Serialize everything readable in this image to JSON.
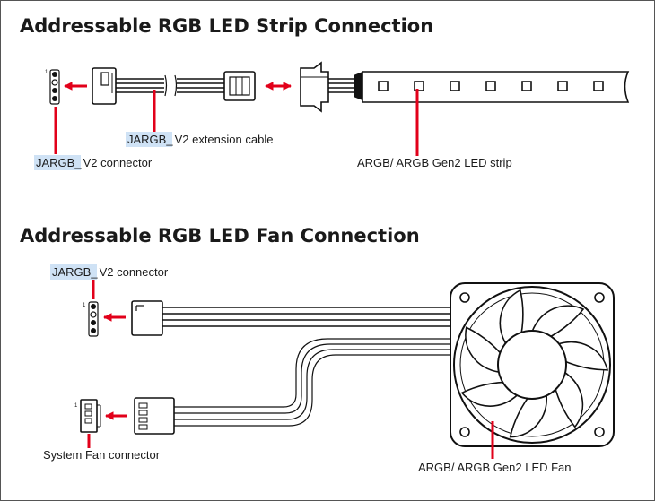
{
  "strip_section": {
    "title": "Addressable RGB LED Strip Connection",
    "labels": {
      "extension_cable_prefix": "JARGB_",
      "extension_cable_suffix": "V2 extension cable",
      "connector_prefix": "JARGB_",
      "connector_suffix": "V2 connector",
      "led_strip": "ARGB/ ARGB Gen2 LED strip"
    },
    "pin_one_mark": "1"
  },
  "fan_section": {
    "title": "Addressable RGB LED Fan Connection",
    "labels": {
      "connector_prefix": "JARGB_",
      "connector_suffix": "V2 connector",
      "system_fan_connector": "System Fan connector",
      "led_fan": "ARGB/ ARGB Gen2 LED Fan"
    },
    "pin_one_mark_argb": "1",
    "pin_one_mark_fan": "1"
  },
  "colors": {
    "accent": "#e2001a",
    "highlight": "#cfe2f5",
    "line": "#111111"
  }
}
